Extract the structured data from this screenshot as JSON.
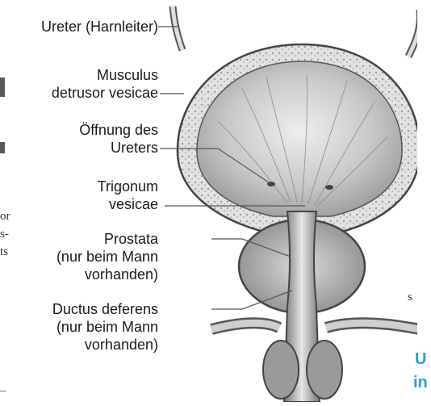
{
  "labels": {
    "ureter": [
      "Ureter (Harnleiter)"
    ],
    "detrusor": [
      "Musculus",
      "detrusor vesicae"
    ],
    "oeffnung": [
      "Öffnung des",
      "Ureters"
    ],
    "trigonum": [
      "Trigonum",
      "vesicae"
    ],
    "prostata": [
      "Prostata",
      "(nur beim Mann",
      "vorhanden)"
    ],
    "ductus": [
      "Ductus deferens",
      "(nur beim Mann",
      "vorhanden)"
    ]
  },
  "left_fragments": [
    "or",
    "s-",
    "ts",
    "–"
  ],
  "right_fragments": {
    "small": "s",
    "blue_1": "U",
    "blue_2": "in"
  },
  "colors": {
    "text": "#1a1a1a",
    "accent_blue": "#2a9fd6",
    "tissue": "#dcdcdc",
    "lumen": "#c9c9c9"
  }
}
